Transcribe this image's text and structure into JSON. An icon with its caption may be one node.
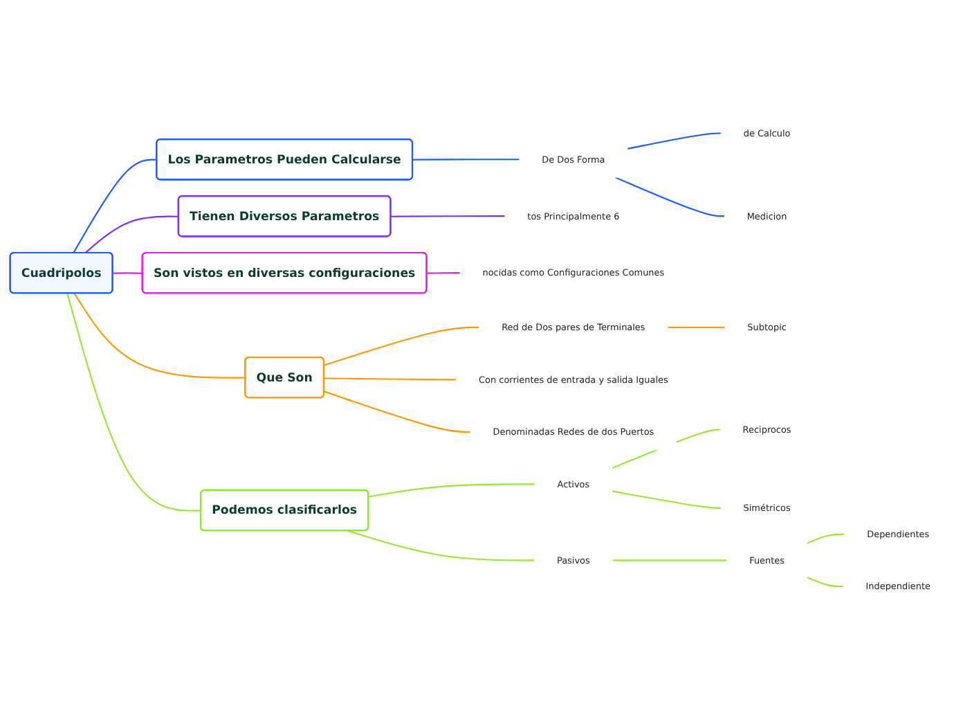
{
  "diagram": {
    "nodes": [
      {
        "text": [
          "Cuadripolos"
        ]
      },
      {
        "text": [
          "Los Parametros Pueden Calcularse"
        ]
      },
      {
        "text": [
          "De Dos Forma"
        ]
      },
      {
        "text": [
          "de Calculo"
        ]
      },
      {
        "text": [
          "Medicion"
        ]
      },
      {
        "text": [
          "Tienen Diversos Parametros"
        ]
      },
      {
        "text": [
          "tos Principalmente 6"
        ]
      },
      {
        "text": [
          "Son vistos en diversas configuraciones"
        ]
      },
      {
        "text": [
          "nocidas como Configuraciones Comunes"
        ]
      },
      {
        "text": [
          "Que Son"
        ]
      },
      {
        "text": [
          "Red de Dos pares de Terminales"
        ]
      },
      {
        "text": [
          "Subtopic"
        ]
      },
      {
        "text": [
          "Con corrientes de entrada y salida Iguales"
        ]
      },
      {
        "text": [
          "Denominadas Redes de dos Puertos"
        ]
      },
      {
        "text": [
          "Podemos clasificarlos"
        ]
      },
      {
        "text": [
          "Activos"
        ]
      },
      {
        "text": [
          "Reciprocos"
        ]
      },
      {
        "text": [
          "Simétricos"
        ]
      },
      {
        "text": [
          "Pasivos"
        ]
      },
      {
        "text": [
          "Fuentes"
        ]
      },
      {
        "text": [
          "Dependientes"
        ]
      },
      {
        "text": [
          "Independiente"
        ]
      }
    ],
    "edges": [
      {
        "from": 0,
        "to": 1,
        "arrow": "none",
        "color": "#1a5cff"
      },
      {
        "from": 1,
        "to": 2,
        "arrow": "none",
        "color": "#1a5cff"
      },
      {
        "from": 2,
        "to": 3,
        "arrow": "none",
        "color": "#1a5cff"
      },
      {
        "from": 2,
        "to": 4,
        "arrow": "none",
        "color": "#1a5cff"
      },
      {
        "from": 0,
        "to": 5,
        "arrow": "none",
        "color": "#7b2ff7"
      },
      {
        "from": 5,
        "to": 6,
        "arrow": "none",
        "color": "#7b2ff7"
      },
      {
        "from": 0,
        "to": 7,
        "arrow": "none",
        "color": "#e61ce6"
      },
      {
        "from": 7,
        "to": 8,
        "arrow": "none",
        "color": "#e61ce6"
      },
      {
        "from": 0,
        "to": 9,
        "arrow": "none",
        "color": "#ff9900"
      },
      {
        "from": 9,
        "to": 10,
        "arrow": "none",
        "color": "#ff9900"
      },
      {
        "from": 10,
        "to": 11,
        "arrow": "none",
        "color": "#ff9900"
      },
      {
        "from": 9,
        "to": 12,
        "arrow": "none",
        "color": "#ff9900"
      },
      {
        "from": 9,
        "to": 13,
        "arrow": "none",
        "color": "#ff9900"
      },
      {
        "from": 0,
        "to": 14,
        "arrow": "none"
      },
      {
        "from": 14,
        "to": 15,
        "arrow": "none"
      },
      {
        "from": 15,
        "to": 16,
        "arrow": "none"
      },
      {
        "from": 15,
        "to": 17,
        "arrow": "none"
      },
      {
        "from": 14,
        "to": 18,
        "arrow": "none"
      },
      {
        "from": 18,
        "to": 19,
        "arrow": "none"
      },
      {
        "from": 19,
        "to": 20,
        "arrow": "none"
      },
      {
        "from": 19,
        "to": 21,
        "arrow": "none"
      }
    ]
  }
}
